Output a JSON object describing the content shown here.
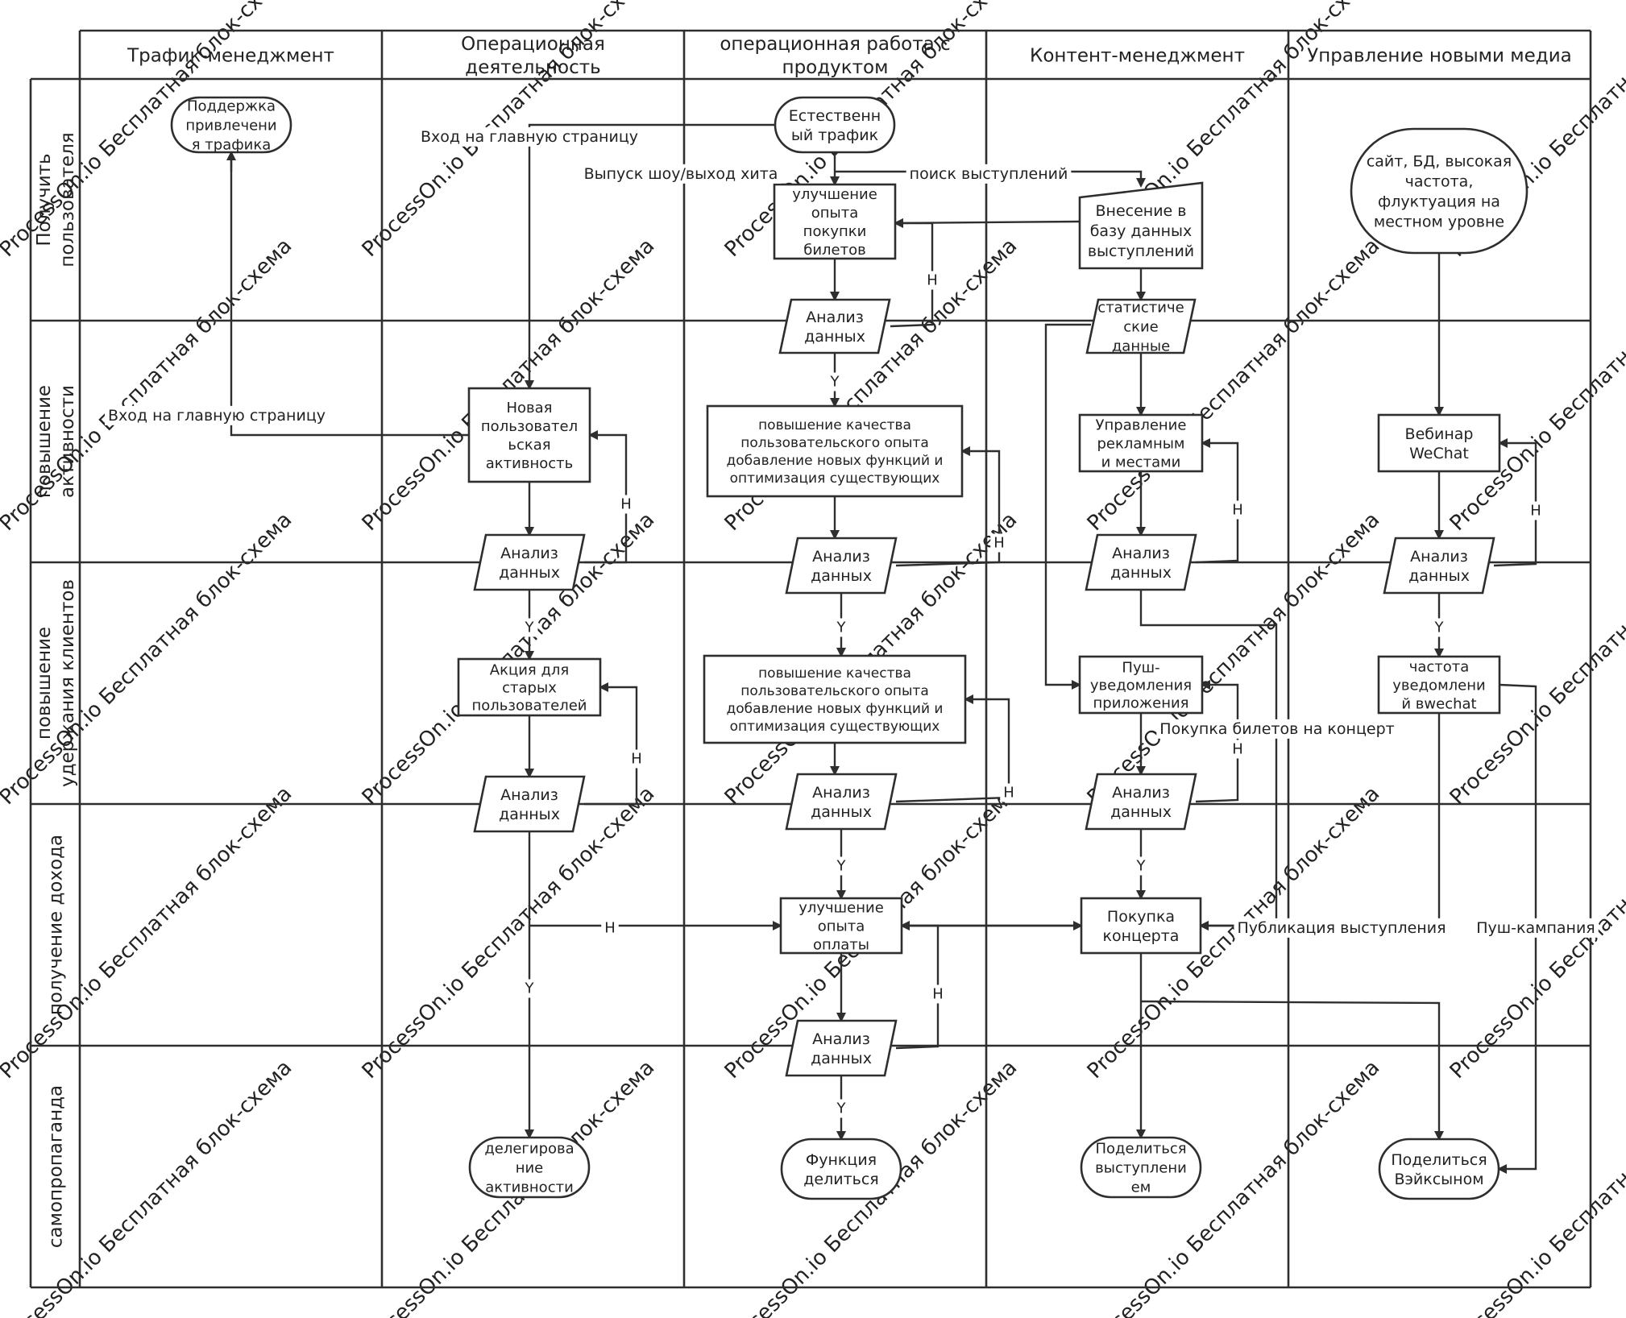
{
  "columns": [
    "Трафик-менеджмент",
    "Операционная\nдеятельность",
    "операционная работа с\nпродуктом",
    "Контент-менеджмент",
    "Управление новыми медиа"
  ],
  "rows": [
    "Получить\nпользователя",
    "повышение\nактивности",
    "повышение\nудержания клиентов",
    "получение дохода",
    "самопропаганда"
  ],
  "nodes": {
    "support": "Поддержка\nпривлечени\nя трафика",
    "natural": "Естественн\nый трафик",
    "ticket_exp": "улучшение\nопыта\nпокупки\nбилетов",
    "db_entry": "Внесение в\nбазу данных\nвыступлений",
    "site_db": "сайт, БД, высокая\nчастота,\nфлуктуация на\nместном уровне",
    "analysis_p1": "Анализ\nданных",
    "stats": "статистиче\nские\nданные",
    "new_user_act": "Новая\nпользовател\nьская\nактивность",
    "ux_improve_1": "повышение качества\nпользовательского опыта\nдобавление новых функций и\nоптимизация существующих",
    "ad_mgmt": "Управление\nрекламным\nи местами",
    "webinar": "Вебинар\nWeChat",
    "analysis_o2": "Анализ\nданных",
    "analysis_p2": "Анализ\nданных",
    "analysis_c2": "Анализ\nданных",
    "analysis_m2": "Анализ\nданных",
    "old_users": "Акция для\nстарых\nпользователей",
    "ux_improve_2": "повышение качества\nпользовательского опыта\nдобавление новых функций и\nоптимизация существующих",
    "push_app": "Пуш-\nуведомления\nприложения",
    "wechat_freq": "частота\nуведомлени\nй вwechat",
    "analysis_o3": "Анализ\nданных",
    "analysis_p3": "Анализ\nданных",
    "analysis_c3": "Анализ\nданных",
    "pay_exp": "улучшение\nопыта\nоплаты",
    "buy_concert": "Покупка\nконцерта",
    "analysis_p4": "Анализ\nданных",
    "delegate": "делегирова\nние\nактивности",
    "share_func": "Функция\nделиться",
    "share_show": "Поделиться\nвыступлени\nем",
    "share_wechat": "Поделиться\nВэйксыном"
  },
  "edge_labels": {
    "home_entry_top": "Вход на главную страницу",
    "show_release": "Выпуск шоу/выход хита",
    "show_search": "поиск выступлений",
    "home_entry_left": "Вход на главную страницу",
    "ticket_purchase": "Покупка билетов на концерт",
    "publish_show": "Публикация выступления",
    "push_campaign": "Пуш-кампания",
    "no": "Н",
    "yes": "Y"
  },
  "watermark": "ProcessOn.io Бесплатная блок-схема"
}
